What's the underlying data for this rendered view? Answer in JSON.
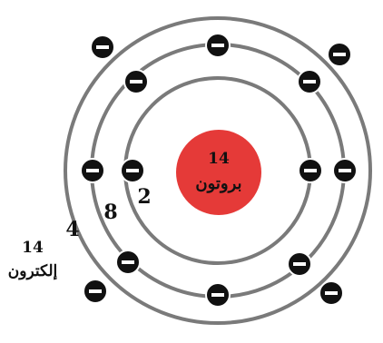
{
  "nucleus": {
    "proton_count": "14",
    "proton_label": "بروتون",
    "color": "#e53a38"
  },
  "shells": [
    {
      "electron_count": "2",
      "electrons_drawn": 2
    },
    {
      "electron_count": "8",
      "electrons_drawn": 8
    },
    {
      "electron_count": "4",
      "electrons_drawn": 4
    }
  ],
  "electron_summary": {
    "count": "14",
    "label": "إلكترون"
  },
  "electron_color": "#111111"
}
